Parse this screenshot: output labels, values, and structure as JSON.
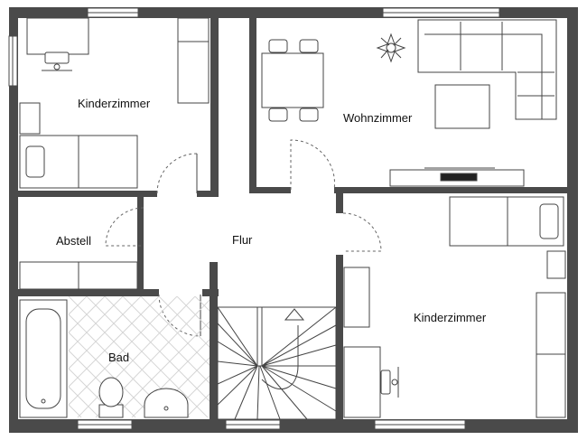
{
  "rooms": {
    "kinderzimmer_top": "Kinderzimmer",
    "wohnzimmer": "Wohnzimmer",
    "abstell": "Abstell",
    "flur": "Flur",
    "kinderzimmer_bottom": "Kinderzimmer",
    "bad": "Bad"
  },
  "colors": {
    "wall": "#4a4a4a",
    "background": "#ffffff",
    "furniture_stroke": "#444444",
    "tile_grid": "#d6d6d6"
  }
}
